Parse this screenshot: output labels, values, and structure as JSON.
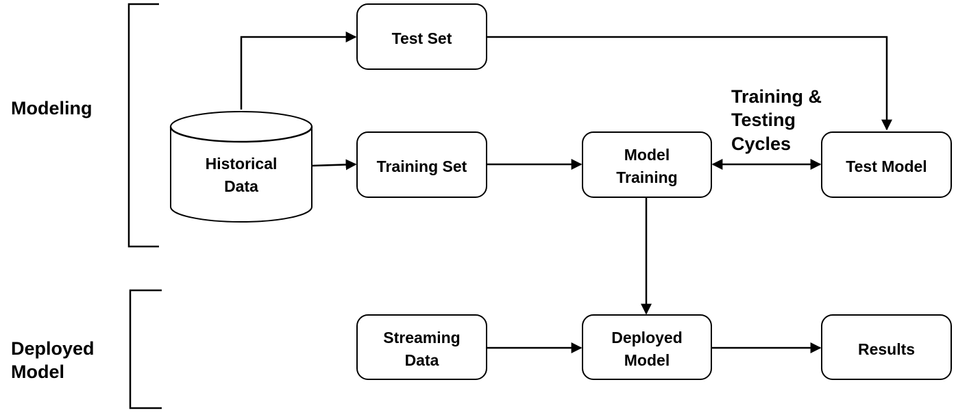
{
  "sections": {
    "modeling": "Modeling",
    "deployed_line1": "Deployed",
    "deployed_line2": "Model"
  },
  "nodes": {
    "historical_data": [
      "Historical",
      "Data"
    ],
    "test_set": [
      "Test Set"
    ],
    "training_set": [
      "Training Set"
    ],
    "model_training": [
      "Model",
      "Training"
    ],
    "test_model": [
      "Test Model"
    ],
    "streaming_data": [
      "Streaming",
      "Data"
    ],
    "deployed_model": [
      "Deployed",
      "Model"
    ],
    "results": [
      "Results"
    ]
  },
  "annotation": [
    "Training &",
    "Testing",
    "Cycles"
  ],
  "colors": {
    "stroke": "#000000",
    "fill": "#ffffff"
  }
}
